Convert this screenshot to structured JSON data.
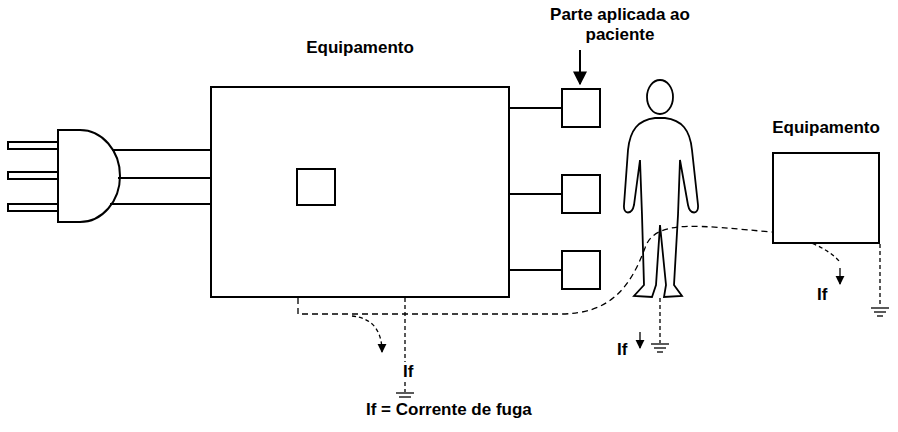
{
  "diagram": {
    "nodes": [
      {
        "text": [
          "Equipamento"
        ]
      },
      {
        "text": [
          "Equipamento"
        ]
      }
    ],
    "edges": [
      {
        "from": 0,
        "to": 1,
        "arrow": "none"
      }
    ],
    "labels": [
      "Parte aplicada ao paciente",
      "If",
      "If",
      "If",
      "If = Corrente de fuga"
    ]
  }
}
